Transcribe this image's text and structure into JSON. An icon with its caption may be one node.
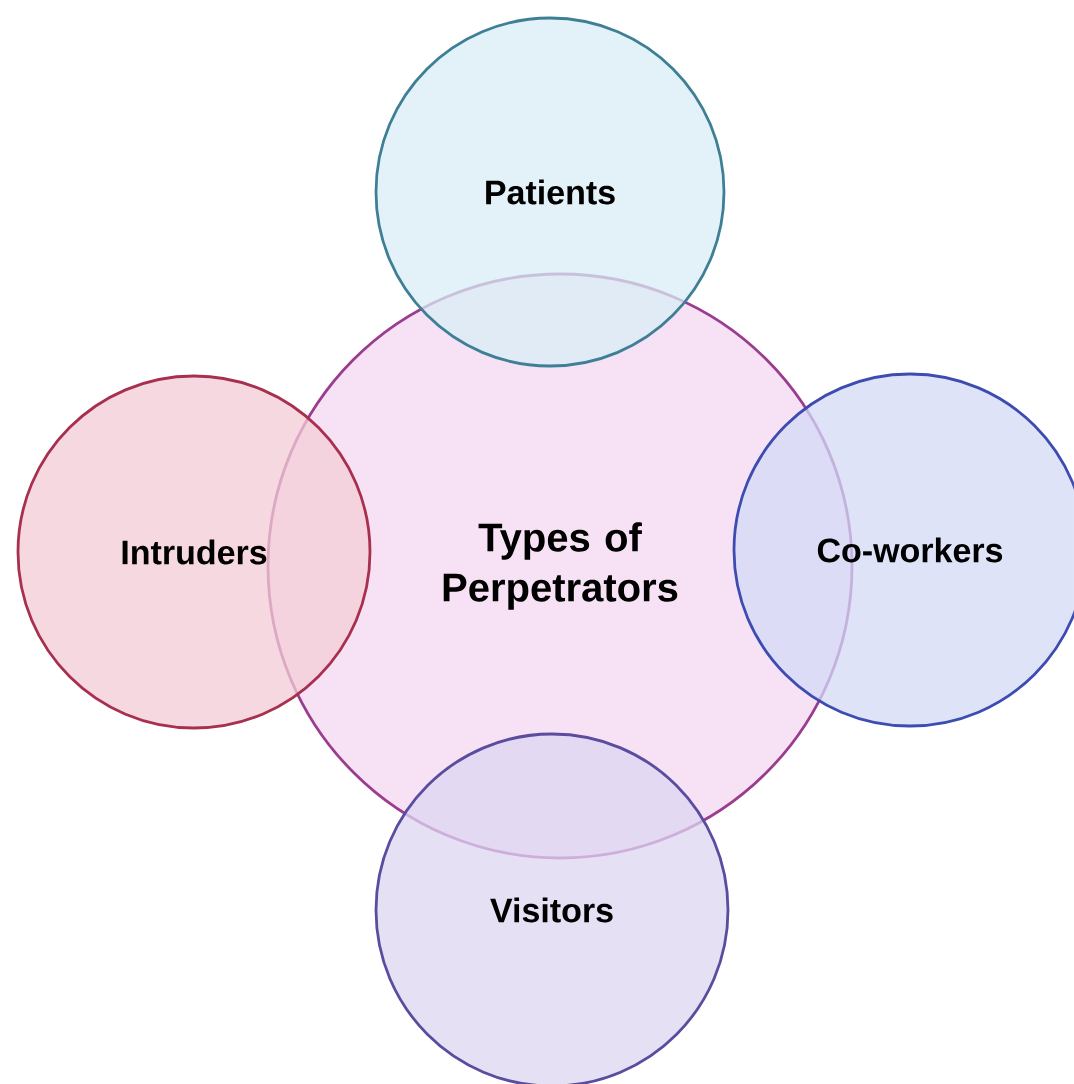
{
  "diagram": {
    "nodes": [
      {
        "text": [
          "Types of Perpetrators"
        ]
      },
      {
        "text": [
          "Patients"
        ]
      },
      {
        "text": [
          "Intruders"
        ]
      },
      {
        "text": [
          "Co-workers"
        ]
      },
      {
        "text": [
          "Visitors"
        ]
      }
    ]
  }
}
